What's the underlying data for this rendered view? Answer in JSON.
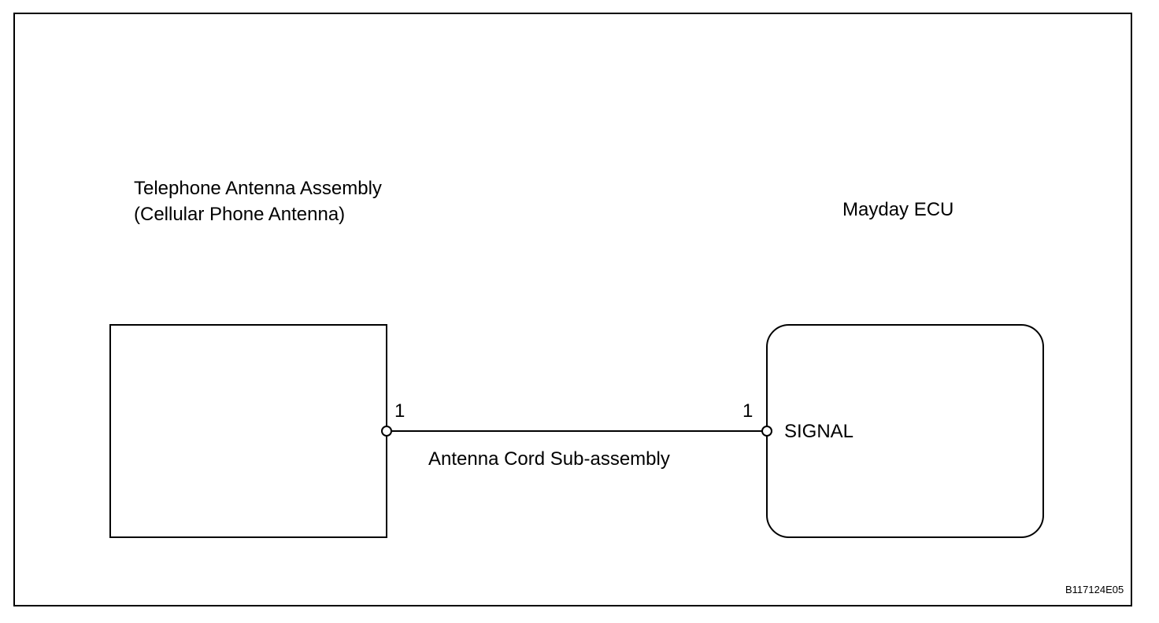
{
  "components": {
    "antenna": {
      "title_line1": "Telephone Antenna Assembly",
      "title_line2": "(Cellular Phone Antenna)",
      "pin": "1"
    },
    "ecu": {
      "title": "Mayday ECU",
      "pin": "1",
      "terminal": "SIGNAL"
    }
  },
  "wire": {
    "label": "Antenna Cord Sub-assembly"
  },
  "figure_code": "B117124E05"
}
